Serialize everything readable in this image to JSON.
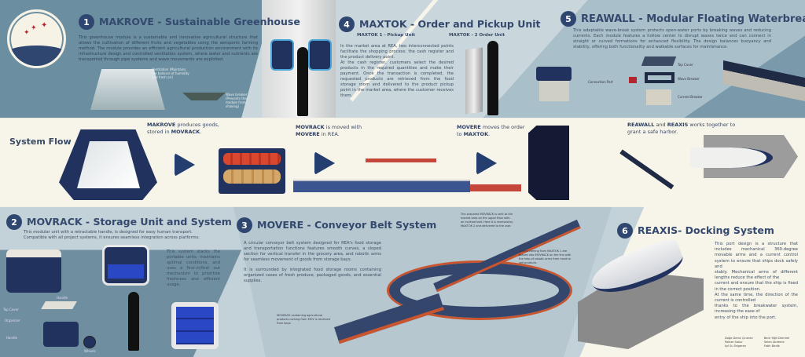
{
  "logo": {
    "name": "logo-emblem"
  },
  "s1": {
    "num": "1",
    "title": "MAKROVE - Sustainable Greenhouse",
    "body": "This greenhouse module is a sustainable and innovative agricultural structure that allows the cultivation of different fruits and vegetables using the aeroponic farming method. The module provides an efficient agricultural production environment with its infrastructure design and controlled ventilation system, where water and nutrients are transported through pipe systems and wave movements are exploited.",
    "label_vent": "Ventilation (Maintains the balance of humidity and fresh air)",
    "label_wave": "Wave breaker (Prevents the module from shaking)"
  },
  "s4": {
    "num": "4",
    "title": "MAXTOK - Order and Pickup Unit",
    "sub1": "MAXTOK 1 - Pickup Unit",
    "sub2": "MAXTOK - 2 Order Unit",
    "body1": "In the market area at REA, two interconnected points facilitate the shopping process: the cash register and the product delivery point.",
    "body2": "At the cash register, customers select the desired products in the required quantities and make their payment. Once the transaction is completed, the requested products are retrieved from the food storage room and delivered to the product pickup point in the market area, where the customer receives them."
  },
  "s5": {
    "num": "5",
    "title": "REAWALL -  Modular Floating Waterbreak",
    "body": "This adaptable wave-break system protects open-water ports by breaking waves and reducing currents. Each module features a hollow center to disrupt waves twice and can connect in straight or curved formations for enhanced flexibility. The design balances buoyancy and stability, offering both functionality and walkable surfaces for maintenance.",
    "label_conn": "Connection Part",
    "label_top": "Top Cover",
    "label_wave": "Wave Breaker",
    "label_current": "Current Breaker"
  },
  "flow": {
    "title": "System Flow",
    "step1": {
      "b1": "MAKROVE",
      "t1": " produces goods, stored in ",
      "b2": "MOVRACK",
      "t2": "."
    },
    "step2": {
      "b1": "MOVRACK",
      "t1": " is moved with ",
      "b2": "MOVERE",
      "t2": " in REA."
    },
    "step3": {
      "b1": "MOVERE",
      "t1": " moves the order to ",
      "b2": "MAXTOK",
      "t2": "."
    },
    "step4": {
      "b1": "REAWALL",
      "t1": " and ",
      "b2": "REAXIS",
      "t2": " works together to grant a safe harbor."
    }
  },
  "s2": {
    "num": "2",
    "title": "MOVRACK - Storage Unit and System",
    "body": "This modular unit with a retractable handle, is designed for easy human transport. Compatible with all project systems, it ensures seamless integration across platforms.",
    "body2": "This system stacks the portable units, maintains optimal conditions, and uses a first-in/first out mechanism to prioritize freshness and efficient usage.",
    "labels": {
      "handle": "Handle",
      "top_cover": "Top Cover",
      "organizer": "Organizer",
      "handle2": "Handle",
      "wheels": "Wheels"
    }
  },
  "s3": {
    "num": "3",
    "title": "MOVERE - Conveyor Belt System",
    "body1": "A circular conveyor belt system designed for REA's food storage and transportation functions features smooth curves, a sloped section for vertical transfer in the grocery area, and robotic arms for seamless movement of goods from storage bays.",
    "body2": "It is surrounded by integrated food storage rooms containing organized cases of fresh produce, packaged goods, and essential supplies.",
    "note1": "MOVRACK containing agricultural products coming from MOV is received from bays.",
    "note2": "The prepared MOVRACK is sent to the market area on the upper floor with an inclined belt. Here it is received by MAXTOK 2 and delivered to the user.",
    "note3": "Orders coming from MAXTOK 1 are placed into MOVRACK on the line with the help of robotic arms from hand to sell products."
  },
  "s6": {
    "num": "6",
    "title": "REAXIS- Docking System",
    "body": [
      "This port design is a structure that includes mechanical 360-degree movable arms and a current control system to ensure that ships dock safely and",
      "stably. Mechanical arms of different lengths reduce the effect of the",
      "current and ensure that the ship is fixed in the correct position.",
      "At the same time, the direction of the current is controlled",
      "thanks to the breakwater system, increasing the ease of",
      "entry of the ship into the port."
    ]
  },
  "credits": {
    "col1": [
      "Doğa Deniz Çinaran",
      "Pakize Sakur",
      "Işıl Su Telgeran"
    ],
    "col2": [
      "Berk Yiğit Demirel",
      "Selen Akdemir",
      "Fatih Birdik"
    ]
  },
  "colors": {
    "navy": "#2f4770",
    "teal": "#5f8497",
    "cream": "#f7f4ea",
    "red": "#b5242f"
  }
}
